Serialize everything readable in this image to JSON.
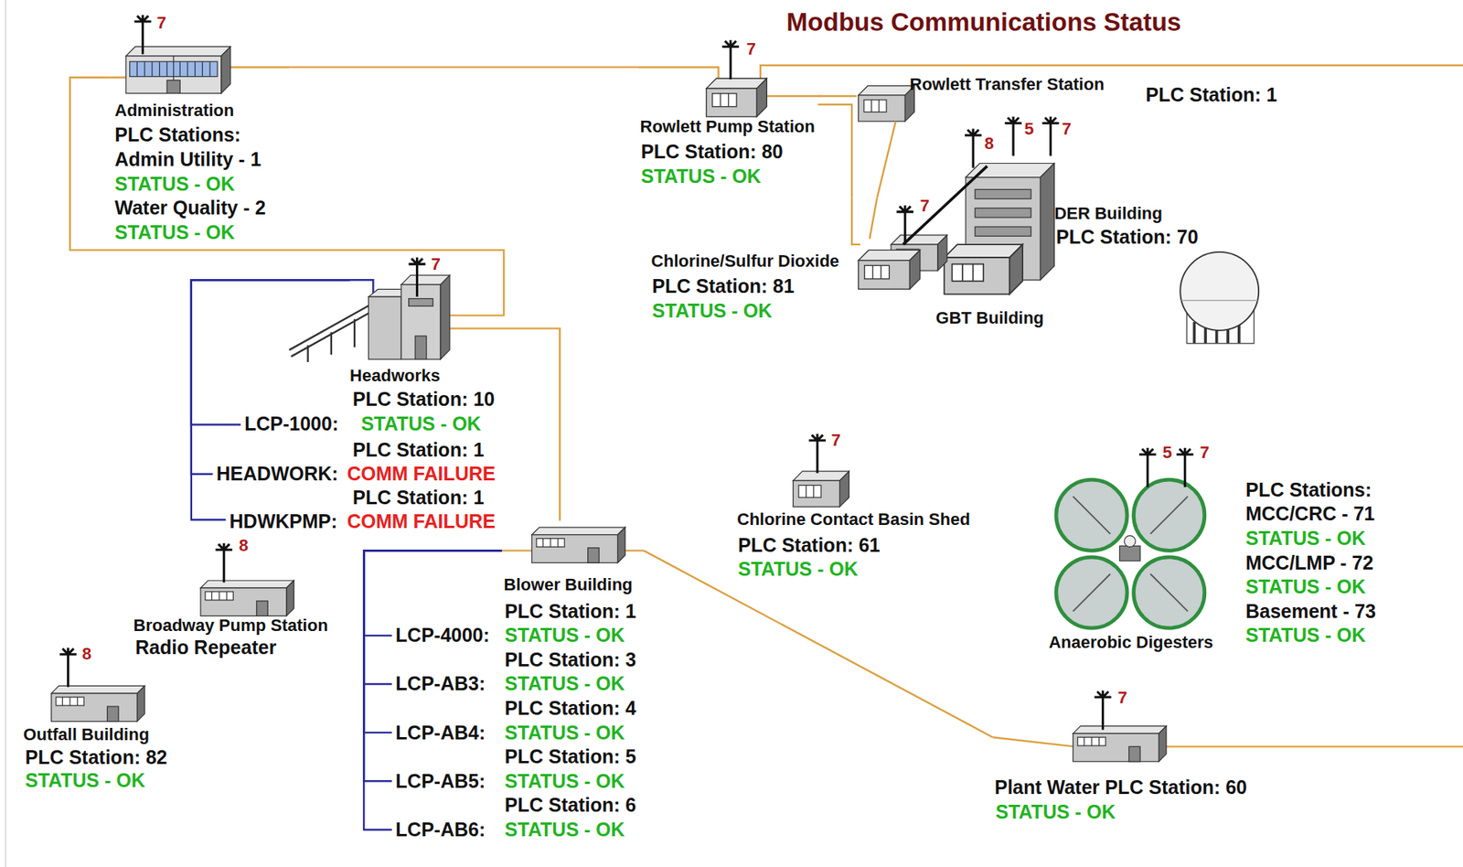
{
  "diagram": {
    "title": "Modbus Communications Status",
    "nodes": [
      {
        "text": [
          "Administration",
          "PLC Stations:",
          "Admin Utility - 1",
          "STATUS - OK",
          "Water Quality - 2",
          "STATUS - OK"
        ]
      },
      {
        "text": [
          "Rowlett Pump Station",
          "PLC Station: 80",
          "STATUS - OK"
        ]
      },
      {
        "text": [
          "Rowlett Transfer Station"
        ]
      },
      {
        "text": [
          "DER Building",
          "PLC Station: 70"
        ]
      },
      {
        "text": [
          "Chlorine/Sulfur Dioxide",
          "PLC Station: 81",
          "STATUS - OK"
        ]
      },
      {
        "text": [
          "GBT Building"
        ]
      },
      {
        "text": [
          "Headworks"
        ]
      },
      {
        "text": [
          "PLC Station: 10",
          "LCP-1000:",
          "STATUS - OK"
        ]
      },
      {
        "text": [
          "PLC Station: 1",
          "HEADWORK:",
          "COMM FAILURE"
        ]
      },
      {
        "text": [
          "PLC Station: 1",
          "HDWKPMP:",
          "COMM FAILURE"
        ]
      },
      {
        "text": [
          "Blower Building"
        ]
      },
      {
        "text": [
          "PLC Station: 1",
          "LCP-4000:",
          "STATUS - OK"
        ]
      },
      {
        "text": [
          "PLC Station: 3",
          "LCP-AB3:",
          "STATUS - OK"
        ]
      },
      {
        "text": [
          "PLC Station: 4",
          "LCP-AB4:",
          "STATUS - OK"
        ]
      },
      {
        "text": [
          "PLC Station: 5",
          "LCP-AB5:",
          "STATUS - OK"
        ]
      },
      {
        "text": [
          "PLC Station: 6",
          "LCP-AB6:",
          "STATUS - OK"
        ]
      },
      {
        "text": [
          "Broadway Pump Station",
          "Radio Repeater"
        ]
      },
      {
        "text": [
          "Chlorine Contact Basin Shed",
          "PLC Station: 61",
          "STATUS - OK"
        ]
      },
      {
        "text": [
          "Anaerobic Digesters",
          "PLC Stations:",
          "MCC/CRC - 71",
          "STATUS - OK",
          "MCC/LMP - 72",
          "STATUS - OK",
          "Basement - 73",
          "STATUS - OK"
        ]
      },
      {
        "text": [
          "Outfall Building",
          "PLC Station: 82",
          "STATUS - OK"
        ]
      },
      {
        "text": [
          "Plant Water PLC Station: 60",
          "STATUS - OK"
        ]
      }
    ],
    "edges": [
      {
        "from": 0,
        "to": 1,
        "arrow": "none"
      },
      {
        "from": 0,
        "to": 6,
        "arrow": "none"
      },
      {
        "from": 1,
        "to": 2,
        "arrow": "none"
      },
      {
        "from": 1,
        "to": 4,
        "arrow": "none"
      },
      {
        "from": 2,
        "to": 4,
        "arrow": "none"
      },
      {
        "from": 6,
        "to": 7,
        "arrow": "none"
      },
      {
        "from": 6,
        "to": 8,
        "arrow": "none"
      },
      {
        "from": 6,
        "to": 9,
        "arrow": "none"
      },
      {
        "from": 6,
        "to": 10,
        "arrow": "none"
      },
      {
        "from": 10,
        "to": 11,
        "arrow": "none"
      },
      {
        "from": 10,
        "to": 12,
        "arrow": "none"
      },
      {
        "from": 10,
        "to": 13,
        "arrow": "none"
      },
      {
        "from": 10,
        "to": 14,
        "arrow": "none"
      },
      {
        "from": 10,
        "to": 15,
        "arrow": "none"
      },
      {
        "from": 10,
        "to": 20,
        "arrow": "none"
      }
    ],
    "labels": [
      "7",
      "7",
      "PLC Station: 1",
      "8",
      "5",
      "7",
      "7",
      "7",
      "8",
      "7",
      "5",
      "7",
      "8",
      "7"
    ]
  }
}
